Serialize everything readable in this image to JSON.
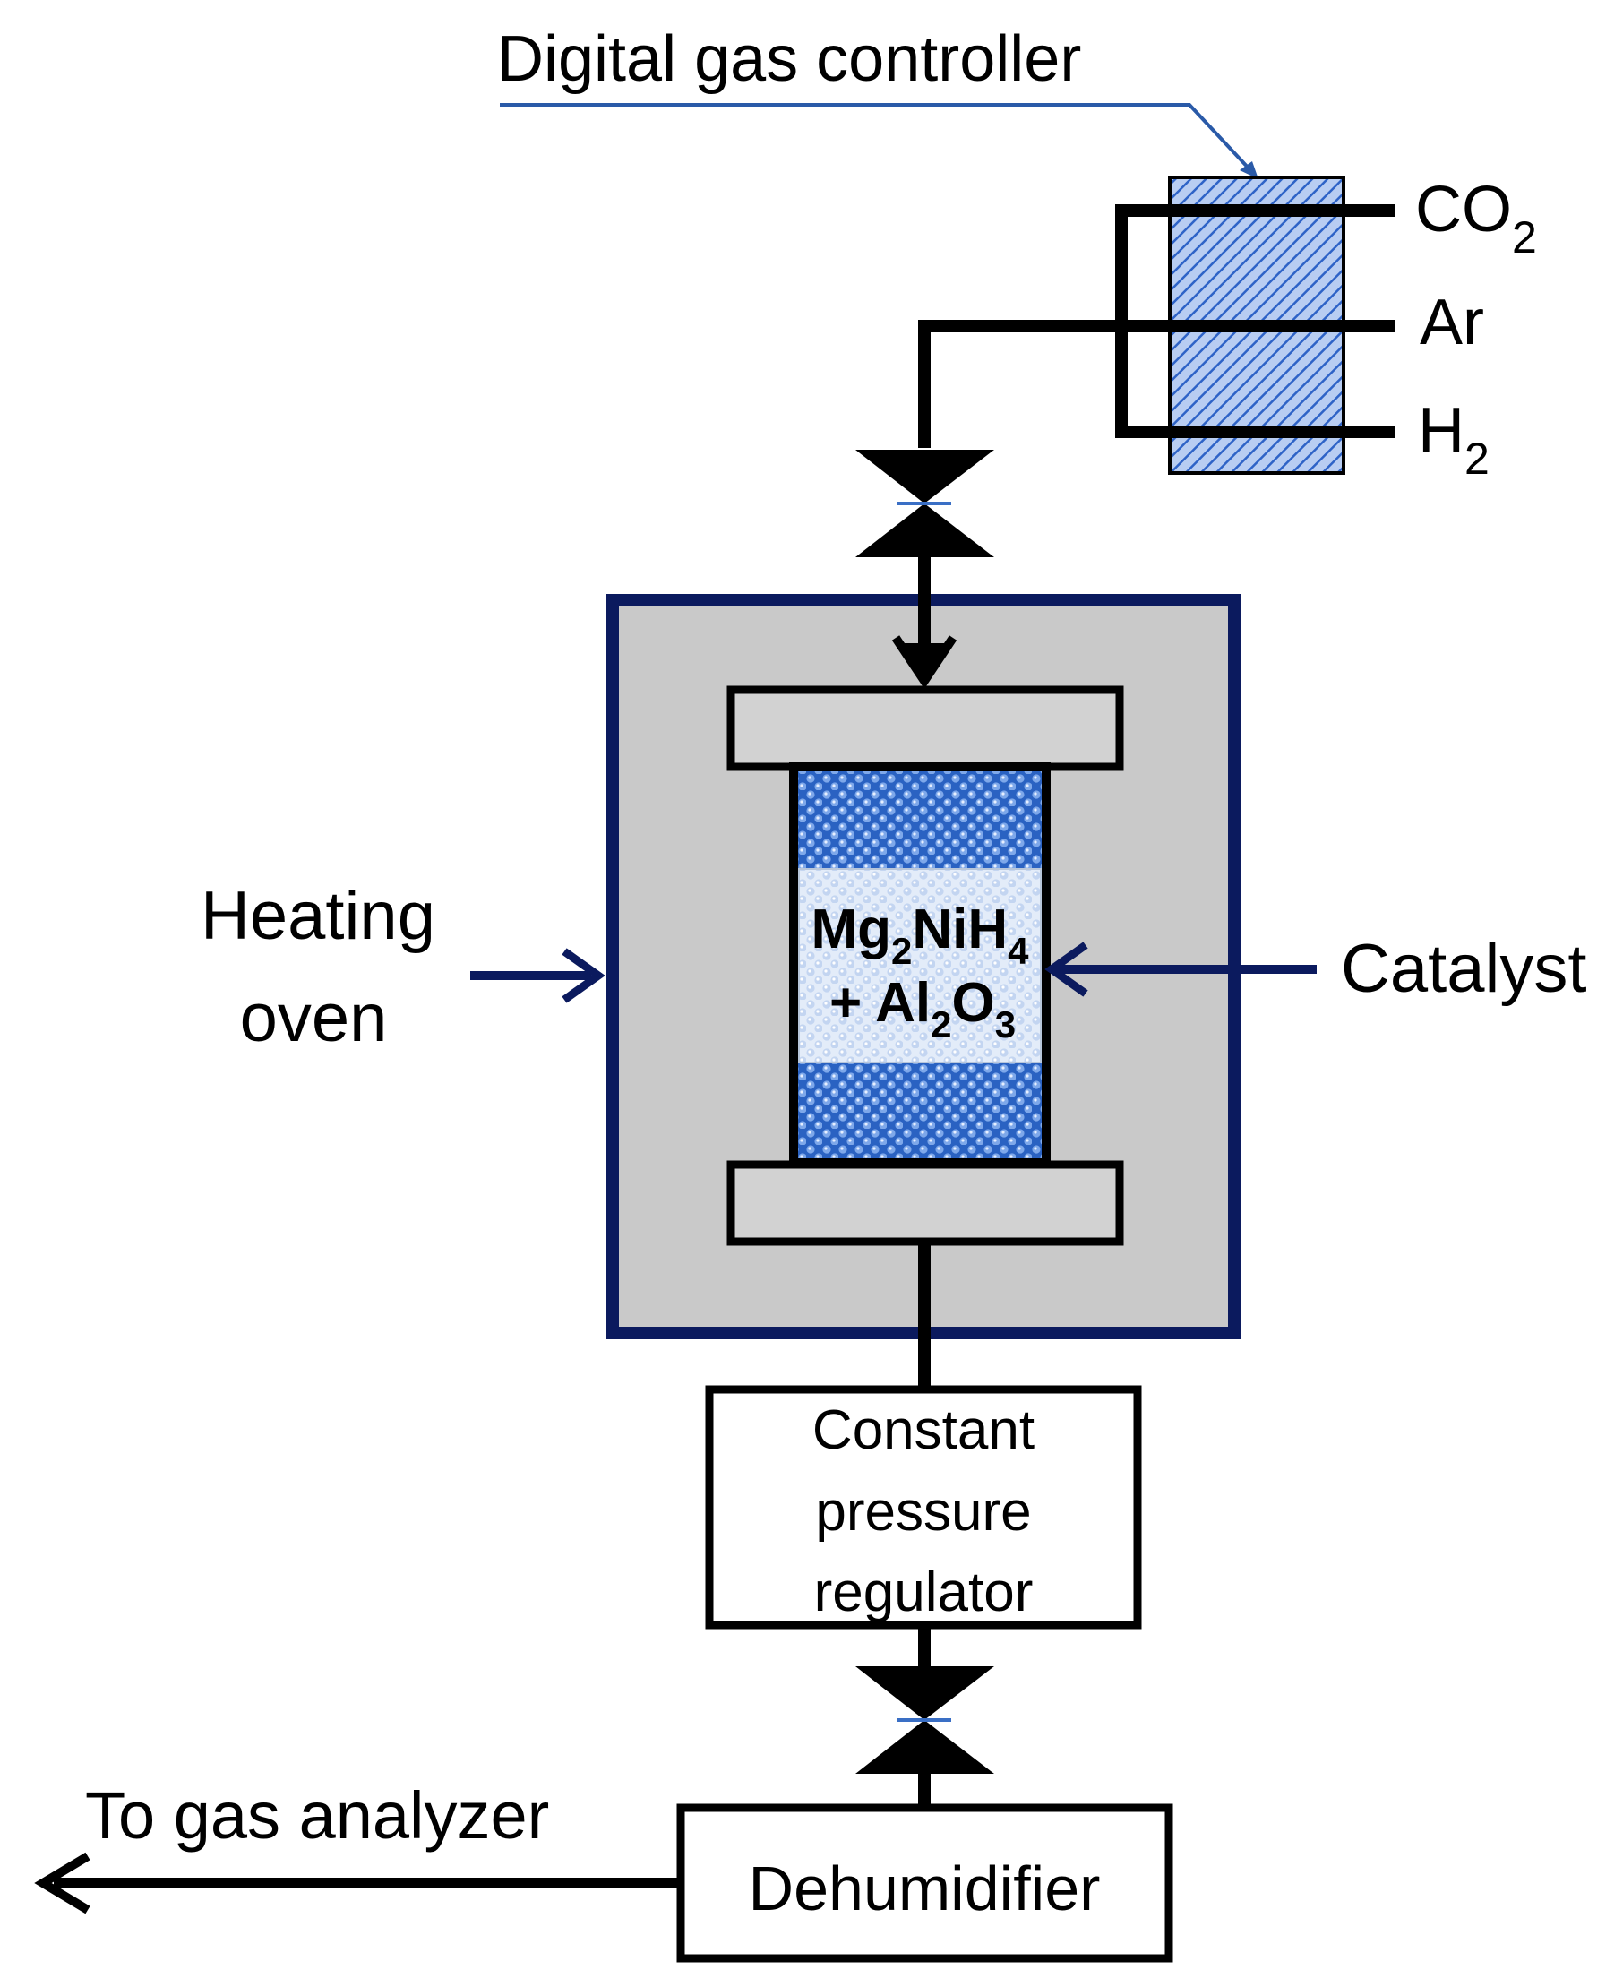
{
  "labels": {
    "controller": "Digital gas controller",
    "gas_co2": "CO",
    "gas_co2_sub": "2",
    "gas_ar": "Ar",
    "gas_h2": "H",
    "gas_h2_sub": "2",
    "heating_line1": "Heating",
    "heating_line2": "oven",
    "catalyst": "Catalyst",
    "sample_mg": "Mg",
    "sample_mg_sub": "2",
    "sample_nih": "NiH",
    "sample_nih_sub": "4",
    "sample_plus_al": "+ Al",
    "sample_al_sub": "2",
    "sample_o": "O",
    "sample_o_sub": "3",
    "regulator_line1": "Constant",
    "regulator_line2": "pressure",
    "regulator_line3": "regulator",
    "to_analyzer": "To gas analyzer",
    "dehumidifier": "Dehumidifier"
  },
  "colors": {
    "line": "#000000",
    "navy": "#0b1a5e",
    "oven_fill": "#c9c9c9",
    "controller_hatch": "#2e63c7",
    "controller_bg": "#b8cdf2",
    "leader_line": "#2a5aa8",
    "bead_dark": "#2f6fd0",
    "bead_light": "#dce8f8"
  },
  "icons": {
    "valve": "butterfly-valve-icon",
    "arrow": "arrowhead-icon"
  }
}
